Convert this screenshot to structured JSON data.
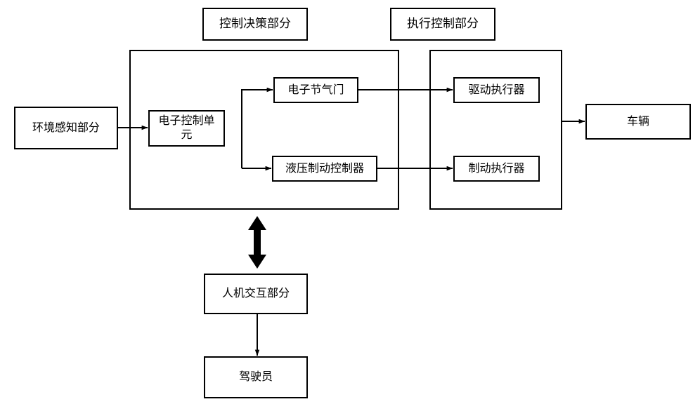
{
  "diagram": {
    "title_boxes": [
      {
        "id": "control-decision-title",
        "label": "控制决策部分"
      },
      {
        "id": "execution-control-title",
        "label": "执行控制部分"
      }
    ],
    "nodes": [
      {
        "id": "environment-perception",
        "label": "环境感知部分"
      },
      {
        "id": "electronic-control-unit",
        "label": "电子控制单元"
      },
      {
        "id": "electronic-throttle",
        "label": "电子节气门"
      },
      {
        "id": "hydraulic-brake-controller",
        "label": "液压制动控制器"
      },
      {
        "id": "drive-actuator",
        "label": "驱动执行器"
      },
      {
        "id": "brake-actuator",
        "label": "制动执行器"
      },
      {
        "id": "vehicle",
        "label": "车辆"
      },
      {
        "id": "human-machine-interface",
        "label": "人机交互部分"
      },
      {
        "id": "driver",
        "label": "驾驶员"
      }
    ],
    "edges": [
      {
        "from": "environment-perception",
        "to": "electronic-control-unit",
        "type": "arrow"
      },
      {
        "from": "control-decision-branch",
        "to": "electronic-throttle",
        "type": "arrow"
      },
      {
        "from": "control-decision-branch",
        "to": "hydraulic-brake-controller",
        "type": "arrow"
      },
      {
        "from": "electronic-throttle",
        "to": "drive-actuator",
        "type": "arrow"
      },
      {
        "from": "hydraulic-brake-controller",
        "to": "brake-actuator",
        "type": "arrow"
      },
      {
        "from": "execution-control-part",
        "to": "vehicle",
        "type": "arrow"
      },
      {
        "from": "control-decision-part",
        "to": "human-machine-interface",
        "type": "double-arrow"
      },
      {
        "from": "human-machine-interface",
        "to": "driver",
        "type": "arrow"
      }
    ],
    "colors": {
      "stroke": "#000000",
      "fill": "#ffffff",
      "text": "#000000"
    }
  }
}
